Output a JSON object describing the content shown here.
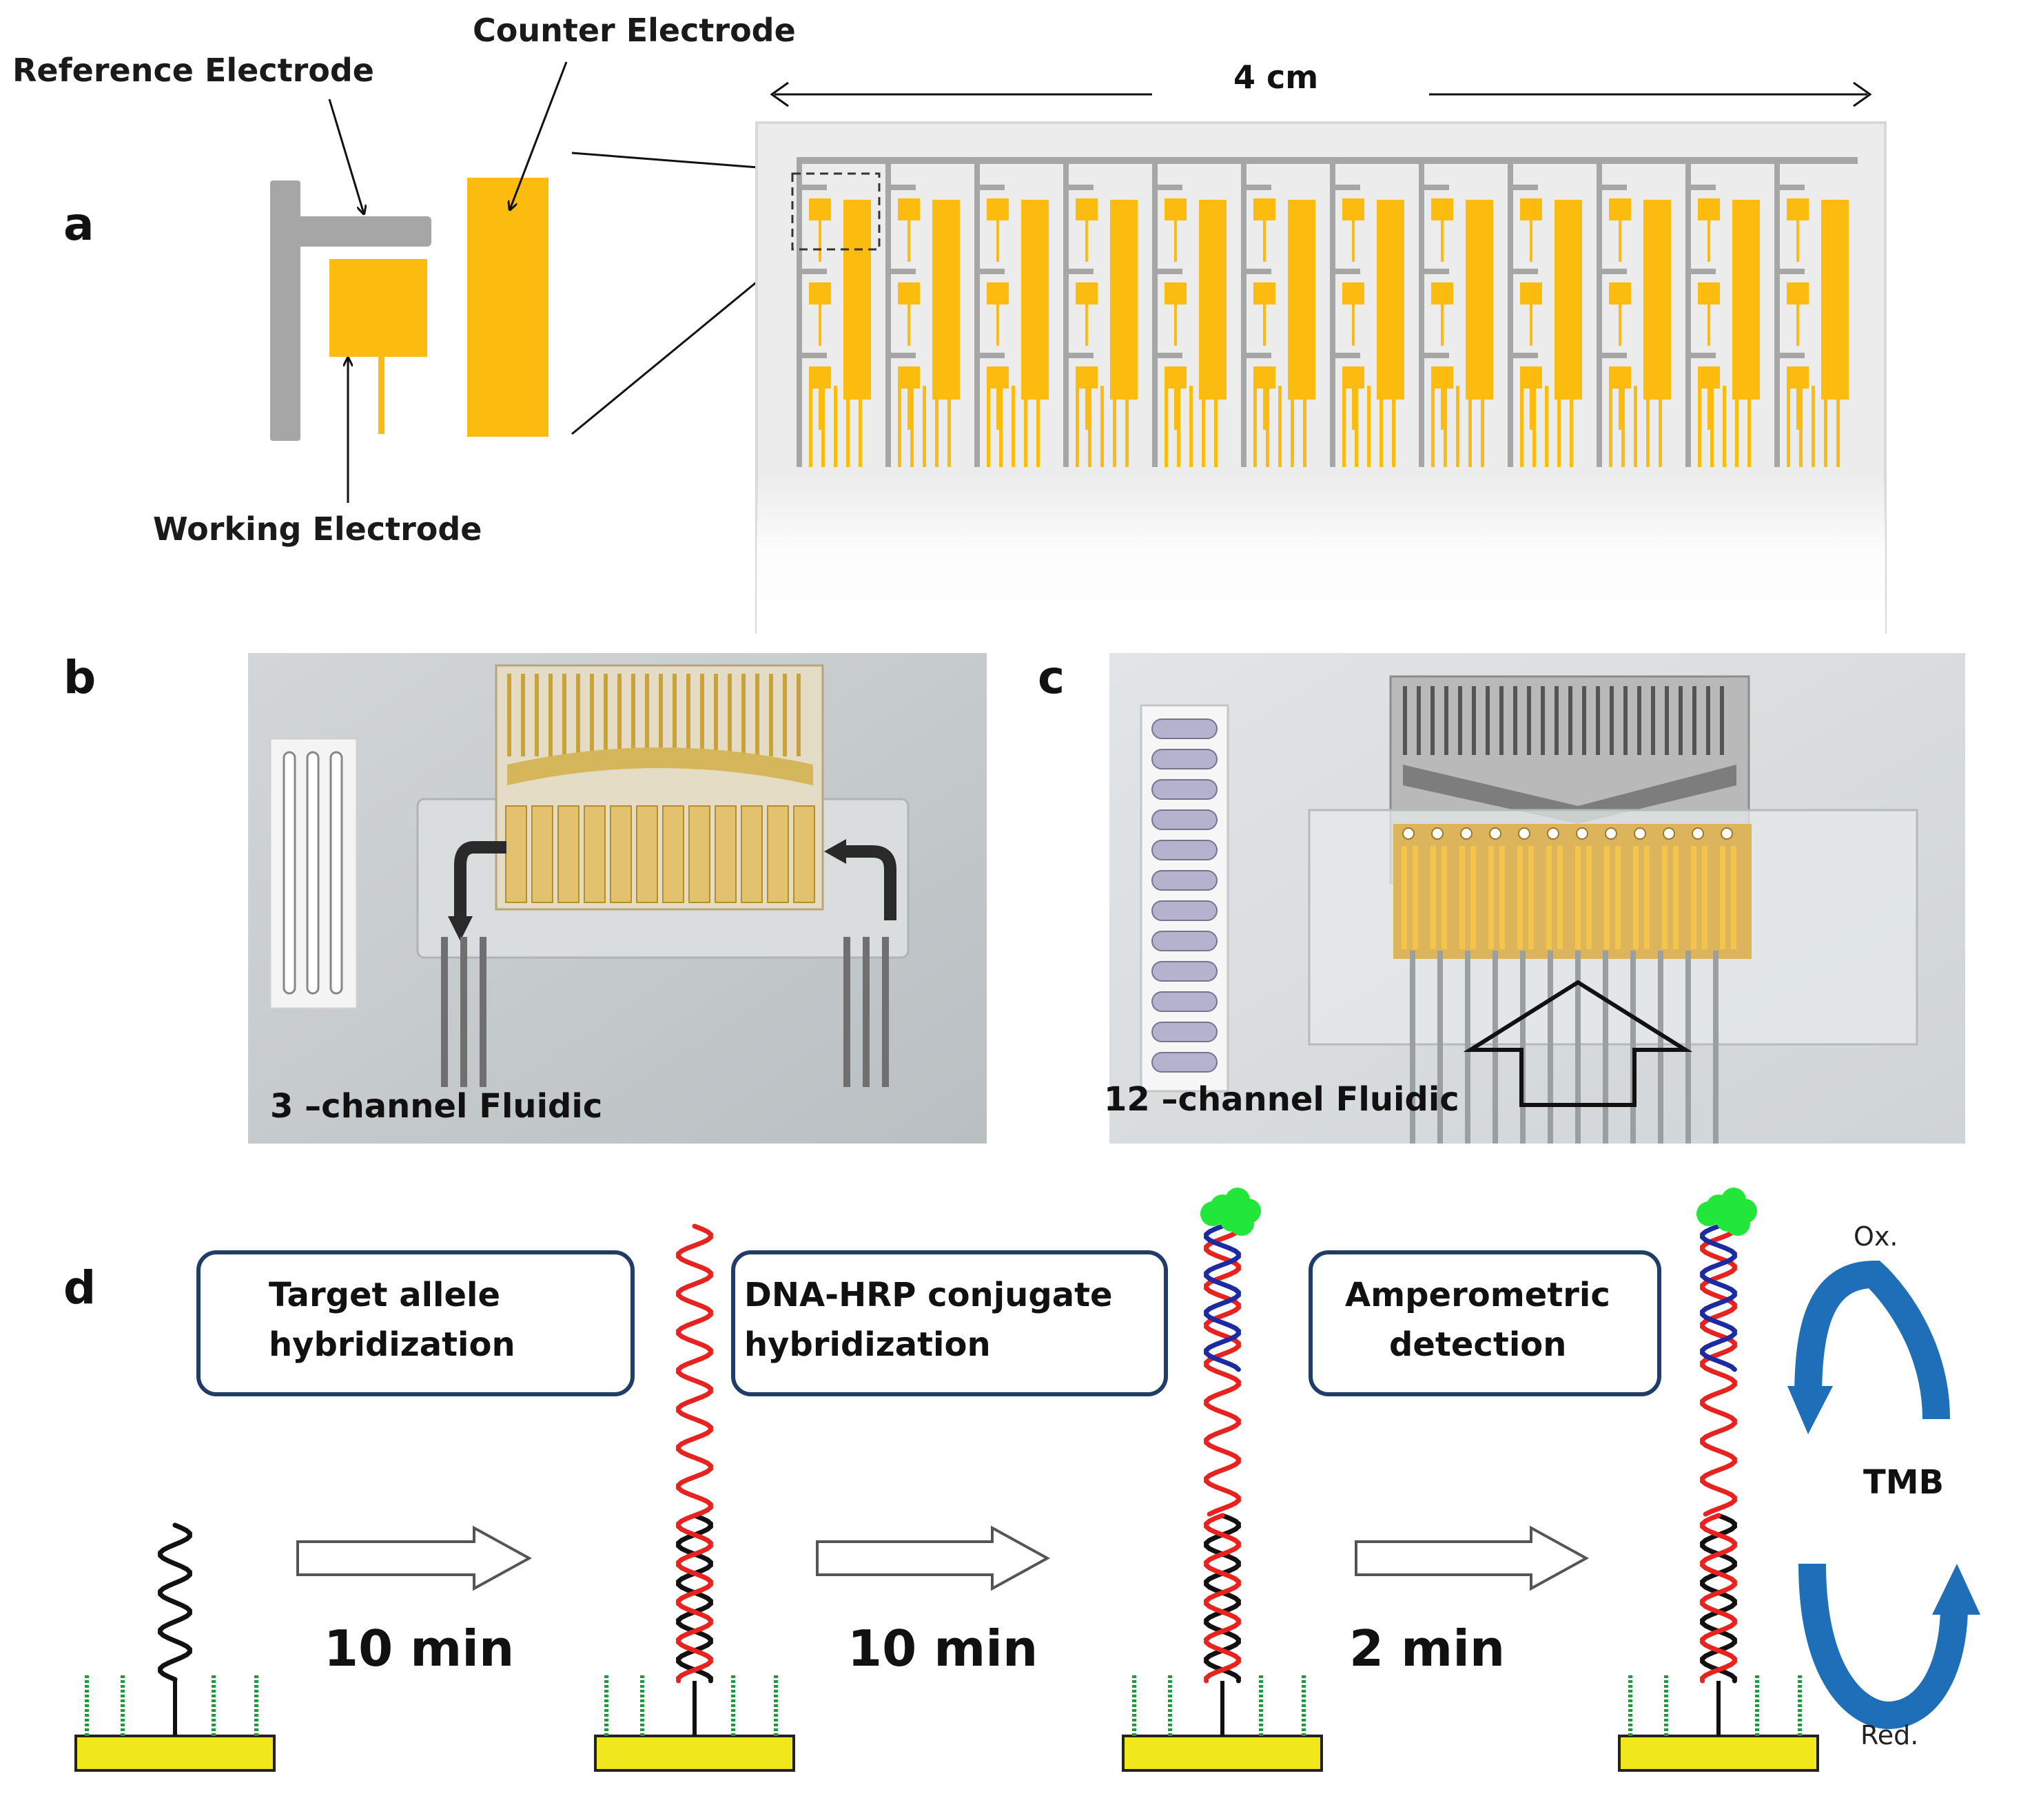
{
  "panels": {
    "a": "a",
    "b": "b",
    "c": "c",
    "d": "d"
  },
  "panel_a": {
    "reference_electrode": "Reference Electrode",
    "counter_electrode": "Counter Electrode",
    "working_electrode": "Working Electrode",
    "dimension": "4 cm",
    "colors": {
      "gold": "#fbbb0f",
      "grey": "#a6a6a6",
      "chip": "#eeeeee"
    }
  },
  "panel_b": {
    "caption": "3 –channel Fluidic"
  },
  "panel_c": {
    "caption": "12 –channel Fluidic"
  },
  "panel_d": {
    "steps": [
      {
        "line1": "Target  allele",
        "line2": "hybridization",
        "time": "10 min"
      },
      {
        "line1": "DNA-HRP conjugate",
        "line2": "hybridization",
        "time": "10 min"
      },
      {
        "line1": "Amperometric",
        "line2": "detection",
        "time": "2 min"
      }
    ],
    "ox": "Ox.",
    "red": "Red.",
    "tmb": "TMB",
    "colors": {
      "dna_red": "#e8231f",
      "dna_blue": "#1c2ba0",
      "dna_black": "#111111",
      "hrp": "#22e63a",
      "surface": "#f0e81c",
      "redox_arrow": "#1f6fb8",
      "box_border": "#1f3d66"
    }
  }
}
